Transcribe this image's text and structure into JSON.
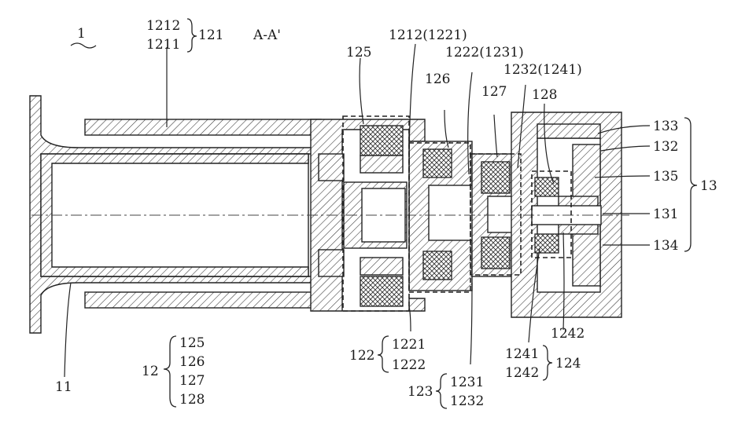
{
  "figure_ref": "1",
  "section": "A-A'",
  "labels": {
    "l1212": "1212",
    "l1211": "1211",
    "l121": "121",
    "l125": "125",
    "l1212_1221": "1212(1221)",
    "l1222_1231": "1222(1231)",
    "l126": "126",
    "l1232_1241": "1232(1241)",
    "l127": "127",
    "l128": "128",
    "l133": "133",
    "l132": "132",
    "l135": "135",
    "l13": "13",
    "l131": "131",
    "l134": "134",
    "l1242_bottom": "1242",
    "l11": "11"
  },
  "groups": {
    "g12": {
      "name": "12",
      "items": [
        "125",
        "126",
        "127",
        "128"
      ]
    },
    "g122": {
      "name": "122",
      "items": [
        "1221",
        "1222"
      ]
    },
    "g123": {
      "name": "123",
      "items": [
        "1231",
        "1232"
      ]
    },
    "g124": {
      "name": "124",
      "items": [
        "1241",
        "1242"
      ]
    }
  }
}
